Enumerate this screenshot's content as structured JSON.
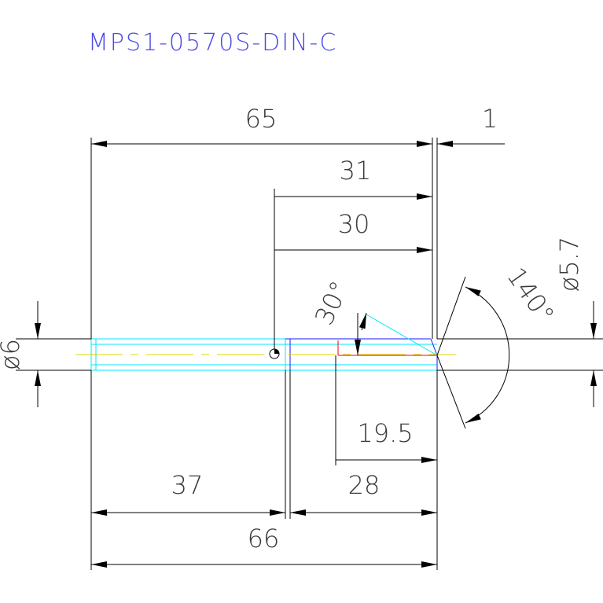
{
  "title": "MPS1-0570S-DIN-C",
  "dimensions": {
    "overall_length": "65",
    "point_offset": "1",
    "length_31": "31",
    "length_30": "30",
    "angle_30": "30°",
    "angle_140": "140°",
    "diameter_57": "ø5.7",
    "diameter_6": "ø6",
    "length_195": "19.5",
    "length_37": "37",
    "length_28": "28",
    "length_66": "66"
  },
  "colors": {
    "outline": "#00e5ff",
    "edge": "#1a1aff",
    "cutting_edge": "#ff0000",
    "centerline": "#d8d800",
    "dimension": "#000000",
    "title": "#4a4ae8"
  }
}
